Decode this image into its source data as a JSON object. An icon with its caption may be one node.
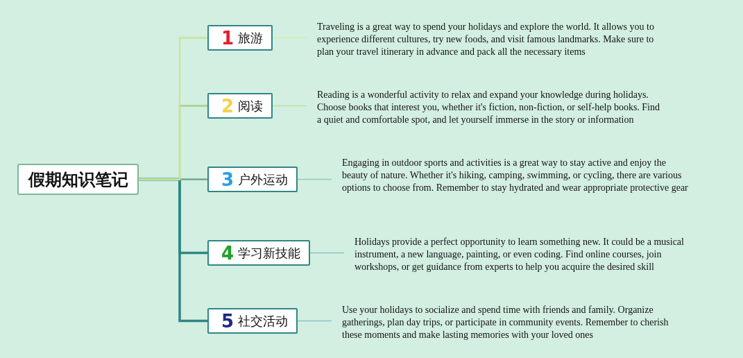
{
  "diagram": {
    "nodes": [
      {
        "text": [
          "假期知识笔记"
        ]
      },
      {
        "text": [
          "1",
          "旅游"
        ]
      },
      {
        "text": [
          "2",
          "阅读"
        ]
      },
      {
        "text": [
          "3",
          "户外运动"
        ]
      },
      {
        "text": [
          "4",
          "学习新技能"
        ]
      },
      {
        "text": [
          "5",
          "社交活动"
        ]
      },
      {
        "text": [
          "Traveling is a great way to spend your holidays and explore the world. It allows you to experience different cultures, try new foods, and visit famous landmarks. Make sure to plan your travel itinerary in advance and pack all the necessary items"
        ]
      },
      {
        "text": [
          "Reading is a wonderful activity to relax and expand your knowledge during holidays. Choose books that interest you, whether it's fiction, non-fiction, or self-help books. Find a quiet and comfortable spot, and let yourself immerse in the story or information"
        ]
      },
      {
        "text": [
          "Engaging in outdoor sports and activities is a great way to stay active and enjoy the beauty of nature. Whether it's hiking, camping, swimming, or cycling, there are various options to choose from. Remember to stay hydrated and wear appropriate protective gear"
        ]
      },
      {
        "text": [
          "Holidays provide a perfect opportunity to learn something new. It could be a musical instrument, a new language, painting, or even coding. Find online courses, join workshops, or get guidance from experts to help you acquire the desired skill"
        ]
      },
      {
        "text": [
          "Use your holidays to socialize and spend time with friends and family. Organize gatherings, plan day trips, or participate in community events. Remember to cherish these moments and make lasting memories with your loved ones"
        ]
      }
    ],
    "edges": [
      {
        "from": 0,
        "to": 1,
        "arrow": "none",
        "color": "#c9e39a"
      },
      {
        "from": 0,
        "to": 2,
        "arrow": "none",
        "color": "#a8d283"
      },
      {
        "from": 0,
        "to": 3,
        "arrow": "none",
        "color": "#6fa98c"
      },
      {
        "from": 0,
        "to": 4,
        "arrow": "none",
        "style": "thick"
      },
      {
        "from": 0,
        "to": 5,
        "arrow": "none",
        "style": "thick"
      },
      {
        "from": 1,
        "to": 6,
        "arrow": "none",
        "color": "#d3ebb0"
      },
      {
        "from": 2,
        "to": 7,
        "arrow": "none",
        "color": "#bfe09c"
      },
      {
        "from": 3,
        "to": 8,
        "arrow": "none",
        "color": "#9ccbb0"
      },
      {
        "from": 4,
        "to": 9,
        "arrow": "none",
        "color": "#8cc4bf"
      },
      {
        "from": 5,
        "to": 10,
        "arrow": "none",
        "color": "#8cc4bf"
      }
    ]
  }
}
